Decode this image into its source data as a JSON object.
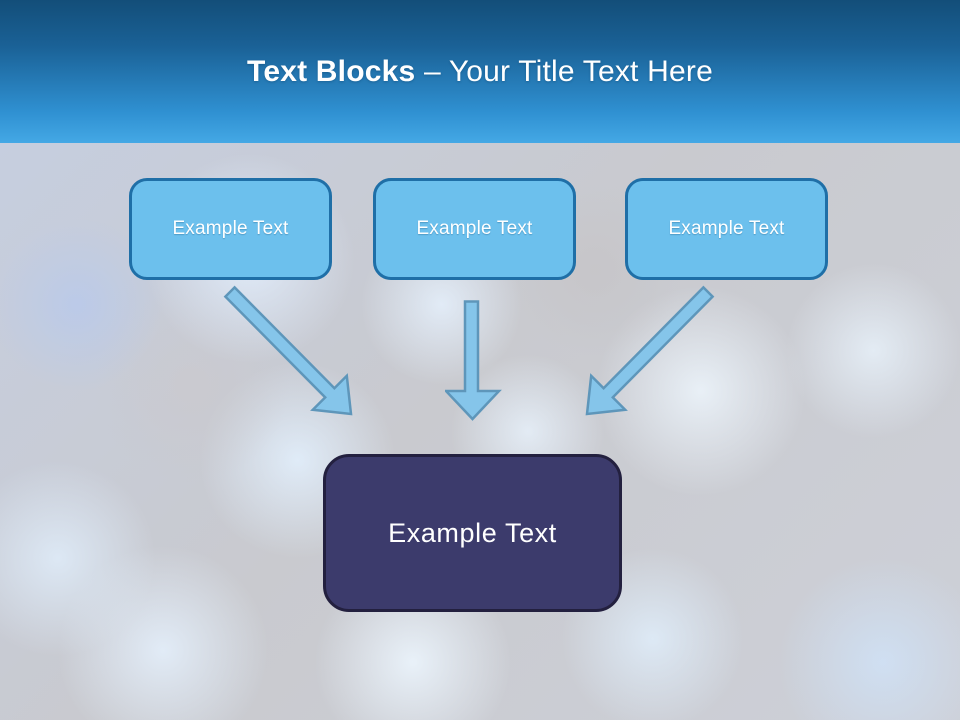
{
  "title": {
    "bold": "Text Blocks",
    "regular": "– Your Title Text Here"
  },
  "blocks": [
    {
      "label": "Example Text"
    },
    {
      "label": "Example Text"
    },
    {
      "label": "Example Text"
    }
  ],
  "result_block": {
    "label": "Example Text"
  },
  "arrows": [
    {
      "name": "down-right-arrow",
      "from": "block-1",
      "to": "result-block"
    },
    {
      "name": "down-arrow",
      "from": "block-2",
      "to": "result-block"
    },
    {
      "name": "down-left-arrow",
      "from": "block-3",
      "to": "result-block"
    }
  ],
  "colors": {
    "banner_gradient_top": "#134E79",
    "banner_gradient_bottom": "#44A8E5",
    "block_fill": "#6CC0ED",
    "block_border": "#1F6FA7",
    "block_text": "#FFFFFF",
    "arrow_fill": "#85C5EA",
    "arrow_border": "#5E96BA",
    "result_fill": "#3C3B6C",
    "result_border": "#23203F",
    "result_text": "#FFFFFF"
  }
}
